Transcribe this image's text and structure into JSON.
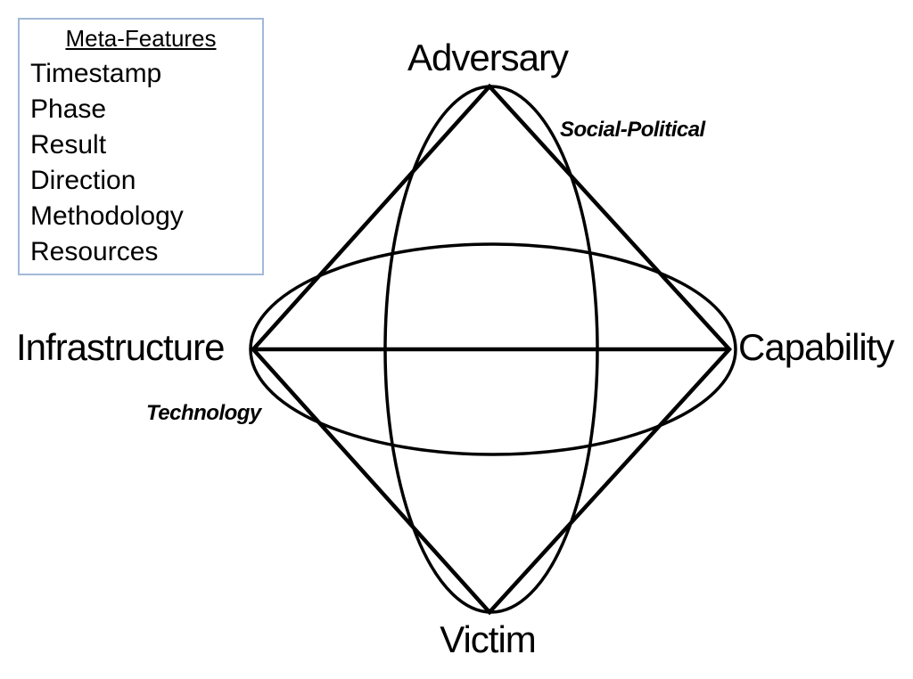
{
  "canvas": {
    "background_color": "#ffffff",
    "line_color": "#000000"
  },
  "legend": {
    "title": "Meta-Features",
    "items": [
      "Timestamp",
      "Phase",
      "Result",
      "Direction",
      "Methodology",
      "Resources"
    ],
    "border_color": "#a2b9d8"
  },
  "nodes": {
    "top": {
      "label": "Adversary"
    },
    "right": {
      "label": "Capability"
    },
    "bottom": {
      "label": "Victim"
    },
    "left": {
      "label": "Infrastructure"
    }
  },
  "axes": {
    "vertical_label": "Social-Political",
    "horizontal_label": "Technology"
  }
}
